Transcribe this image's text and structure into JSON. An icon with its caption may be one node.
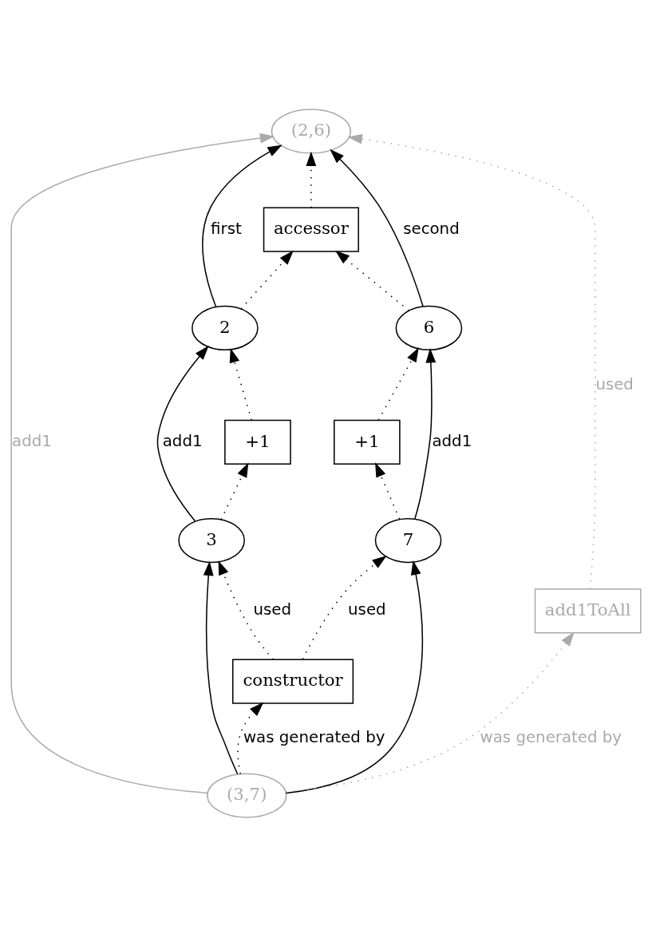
{
  "diagram": {
    "nodes": [
      {
        "text": [
          "(2,6)"
        ]
      },
      {
        "text": [
          "accessor"
        ]
      },
      {
        "text": [
          "2"
        ]
      },
      {
        "text": [
          "6"
        ]
      },
      {
        "text": [
          "+1"
        ]
      },
      {
        "text": [
          "+1"
        ]
      },
      {
        "text": [
          "3"
        ]
      },
      {
        "text": [
          "7"
        ]
      },
      {
        "text": [
          "add1ToAll"
        ]
      },
      {
        "text": [
          "constructor"
        ]
      },
      {
        "text": [
          "(3,7)"
        ]
      }
    ],
    "edges": [
      {
        "from": 2,
        "to": 0,
        "arrow": "to",
        "label": "first"
      },
      {
        "from": 1,
        "to": 0,
        "arrow": "to",
        "style": "dashed"
      },
      {
        "from": 3,
        "to": 0,
        "arrow": "to",
        "label": "second"
      },
      {
        "from": 2,
        "to": 1,
        "arrow": "to",
        "style": "dashed"
      },
      {
        "from": 3,
        "to": 1,
        "arrow": "to",
        "style": "dashed"
      },
      {
        "from": 4,
        "to": 2,
        "arrow": "to",
        "style": "dashed"
      },
      {
        "from": 5,
        "to": 3,
        "arrow": "to",
        "style": "dashed"
      },
      {
        "from": 6,
        "to": 2,
        "arrow": "to",
        "label": "add1"
      },
      {
        "from": 6,
        "to": 4,
        "arrow": "to",
        "style": "dashed"
      },
      {
        "from": 7,
        "to": 5,
        "arrow": "to",
        "style": "dashed"
      },
      {
        "from": 7,
        "to": 3,
        "arrow": "to",
        "label": "add1"
      },
      {
        "from": 9,
        "to": 6,
        "arrow": "to",
        "label": "used",
        "style": "dashed"
      },
      {
        "from": 9,
        "to": 7,
        "arrow": "to",
        "label": "used",
        "style": "dashed"
      },
      {
        "from": 10,
        "to": 6,
        "arrow": "to"
      },
      {
        "from": 10,
        "to": 7,
        "arrow": "to"
      },
      {
        "from": 10,
        "to": 9,
        "arrow": "to",
        "label": "was generated by",
        "style": "dashed"
      },
      {
        "from": 10,
        "to": 8,
        "arrow": "to",
        "label": "was generated by",
        "style": "dashed",
        "color": "#aaaaaa"
      },
      {
        "from": 8,
        "to": 0,
        "arrow": "to",
        "label": "used",
        "style": "dashed",
        "color": "#aaaaaa"
      },
      {
        "from": 10,
        "to": 0,
        "arrow": "to",
        "label": "add1",
        "color": "#aaaaaa"
      }
    ]
  }
}
